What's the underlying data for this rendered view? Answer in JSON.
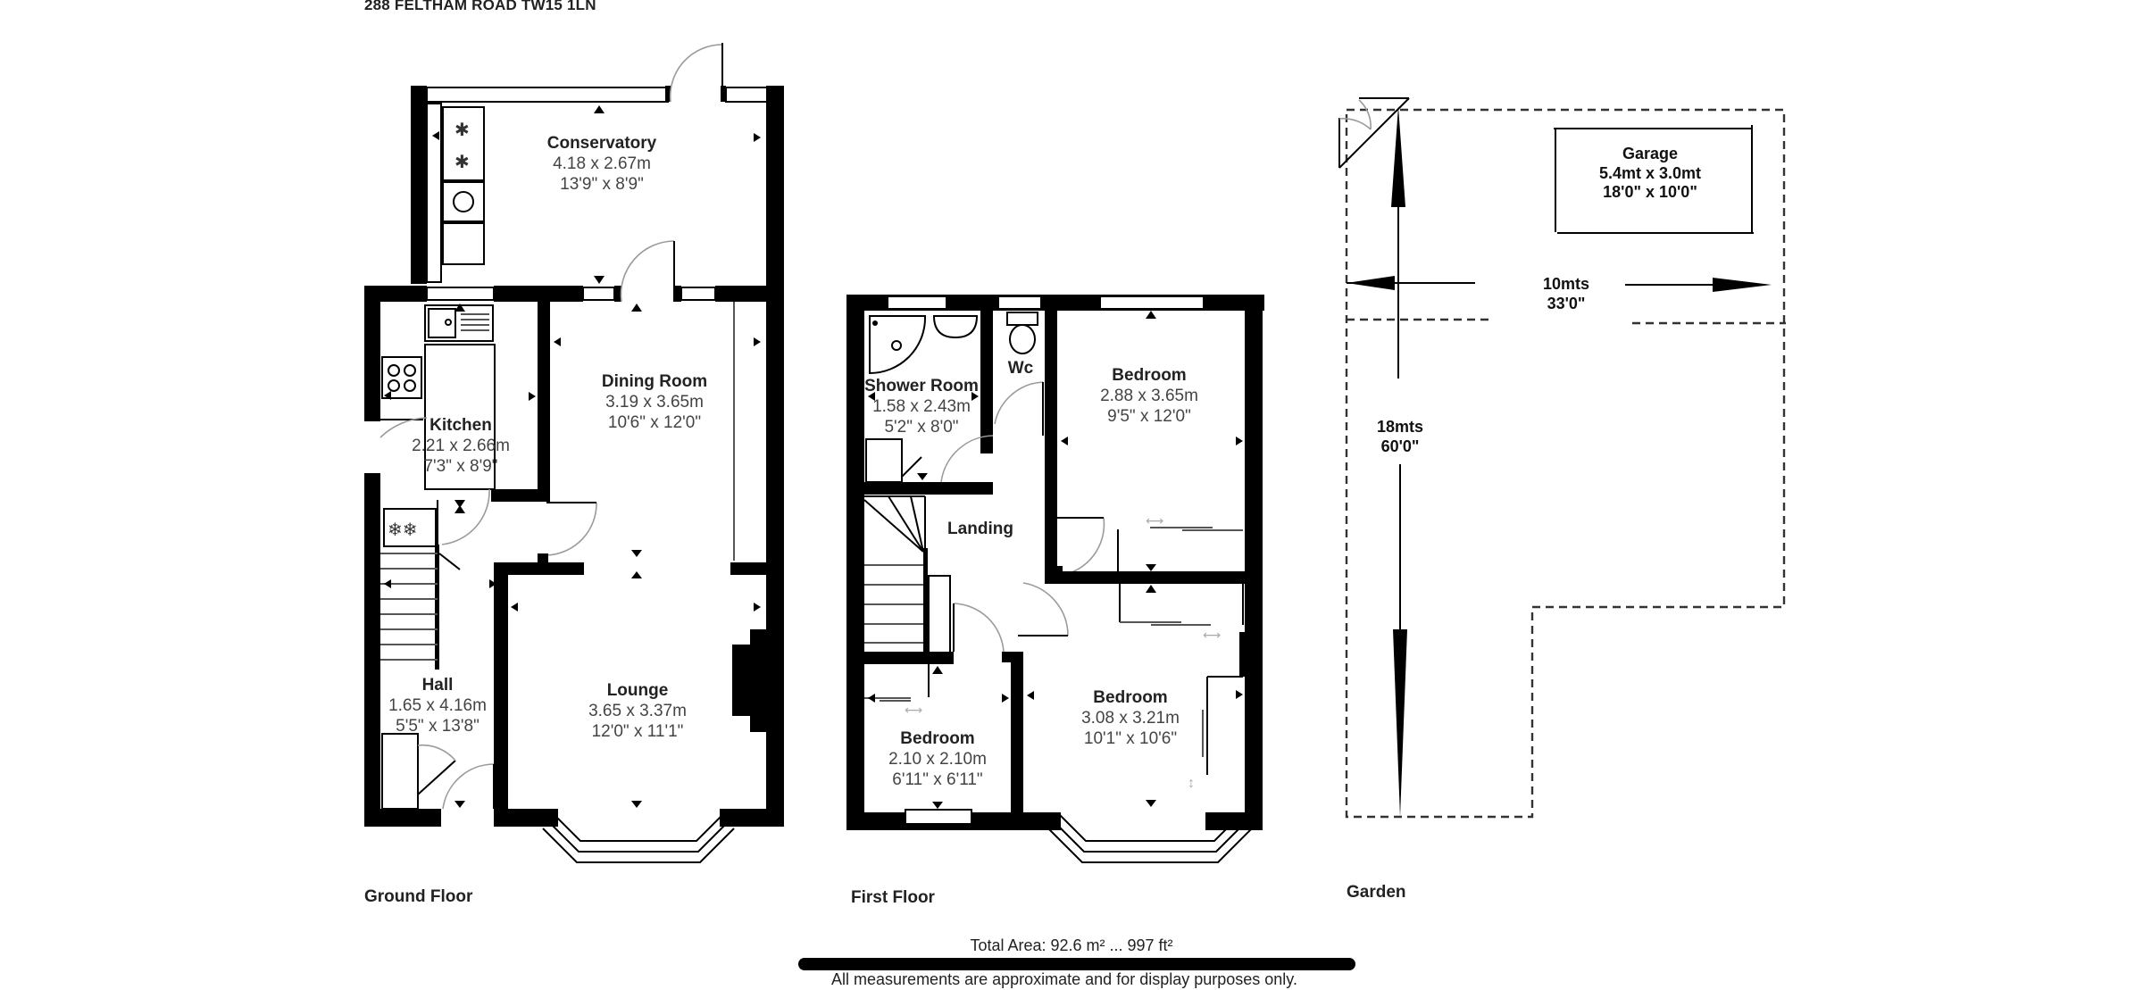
{
  "title": "288 FELTHAM ROAD TW15 1LN",
  "floors": {
    "ground": {
      "label": "Ground Floor",
      "rooms": [
        {
          "name": "Conservatory",
          "metric": "4.18 x 2.67m",
          "imperial": "13'9\" x 8'9\""
        },
        {
          "name": "Dining Room",
          "metric": "3.19 x 3.65m",
          "imperial": "10'6\" x 12'0\""
        },
        {
          "name": "Kitchen",
          "metric": "2.21 x 2.66m",
          "imperial": "7'3\" x 8'9\""
        },
        {
          "name": "Hall",
          "metric": "1.65 x 4.16m",
          "imperial": "5'5\" x 13'8\""
        },
        {
          "name": "Lounge",
          "metric": "3.65 x 3.37m",
          "imperial": "12'0\" x 11'1\""
        }
      ]
    },
    "first": {
      "label": "First Floor",
      "rooms": [
        {
          "name": "Shower Room",
          "metric": "1.58 x 2.43m",
          "imperial": "5'2\" x 8'0\""
        },
        {
          "name": "Wc"
        },
        {
          "name": "Bedroom",
          "metric": "2.88 x 3.65m",
          "imperial": "9'5\" x 12'0\""
        },
        {
          "name": "Landing"
        },
        {
          "name": "Bedroom",
          "metric": "2.10 x 2.10m",
          "imperial": "6'11\" x 6'11\""
        },
        {
          "name": "Bedroom",
          "metric": "3.08 x 3.21m",
          "imperial": "10'1\" x 10'6\""
        }
      ]
    },
    "garden": {
      "label": "Garden",
      "garage": {
        "name": "Garage",
        "metric": "5.4mt x 3.0mt",
        "imperial": "18'0\" x 10'0\""
      },
      "width": {
        "metric": "10mts",
        "imperial": "33'0\""
      },
      "length": {
        "metric": "18mts",
        "imperial": "60'0\""
      }
    }
  },
  "footer": {
    "total_area": "Total Area: 92.6 m² ... 997 ft²",
    "disclaimer": "All measurements are approximate and for display purposes only."
  },
  "colors": {
    "wall": "#000000",
    "door_arc": "#9a9a9a",
    "text": "#222222"
  }
}
